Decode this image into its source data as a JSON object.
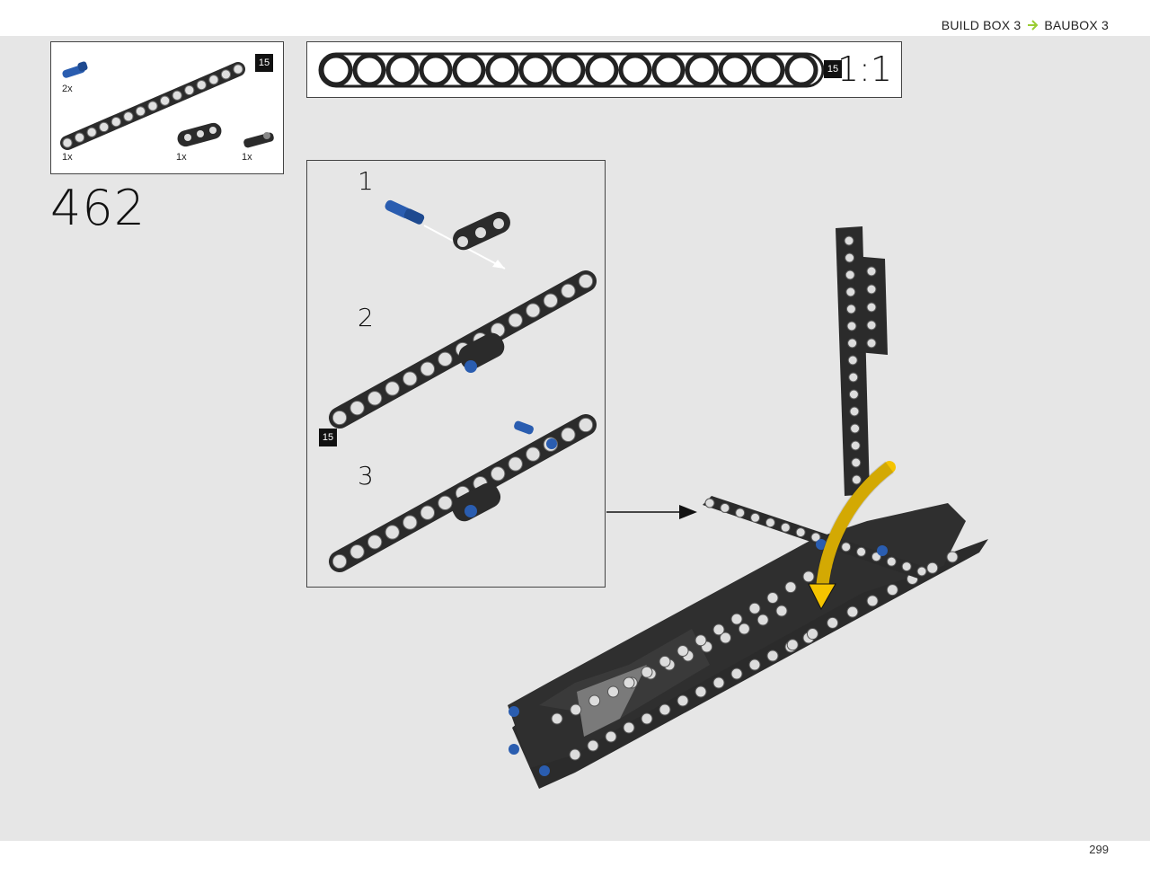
{
  "header": {
    "breadcrumb_left": "BUILD BOX 3",
    "breadcrumb_right": "BAUBOX 3",
    "separator_color": "#9acd32"
  },
  "parts_box": {
    "items": [
      {
        "qty": "2x",
        "part": "blue-axle-pin-icon"
      },
      {
        "qty": "1x",
        "part": "black-liftarm-15-icon"
      },
      {
        "qty": "1x",
        "part": "black-liftarm-3-icon"
      },
      {
        "qty": "1x",
        "part": "black-axle-connector-icon"
      }
    ],
    "length_badge": "15"
  },
  "step": {
    "number": "462"
  },
  "ruler": {
    "hole_count": 15,
    "length_badge": "15",
    "scale_label": "1:1"
  },
  "sub_assembly": {
    "steps": [
      {
        "label": "1"
      },
      {
        "label": "2"
      },
      {
        "label": "3"
      }
    ],
    "length_badge": "15"
  },
  "colors": {
    "part_black": "#2b2b2b",
    "part_blue": "#2a5db0",
    "arrow_yellow": "#f5c400",
    "canvas": "#e6e6e6"
  },
  "footer": {
    "page_number": "299"
  }
}
